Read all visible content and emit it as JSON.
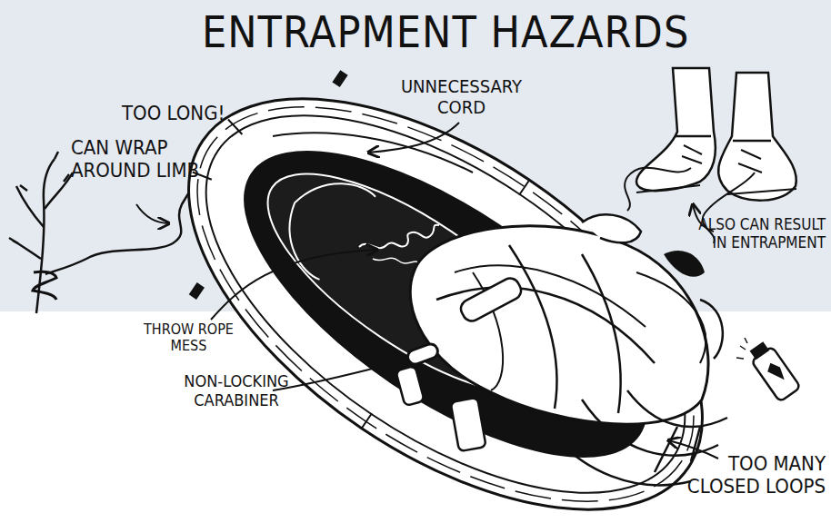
{
  "diagram": {
    "title": "ENTRAPMENT HAZARDS",
    "labels": [
      "TOO LONG!",
      "CAN WRAP AROUND LIMB",
      "UNNECESSARY CORD",
      "ALSO CAN RESULT IN ENTRAPMENT",
      "THROW ROPE MESS",
      "NON-LOCKING CARABINER",
      "TOO MANY CLOSED LOOPS"
    ]
  }
}
